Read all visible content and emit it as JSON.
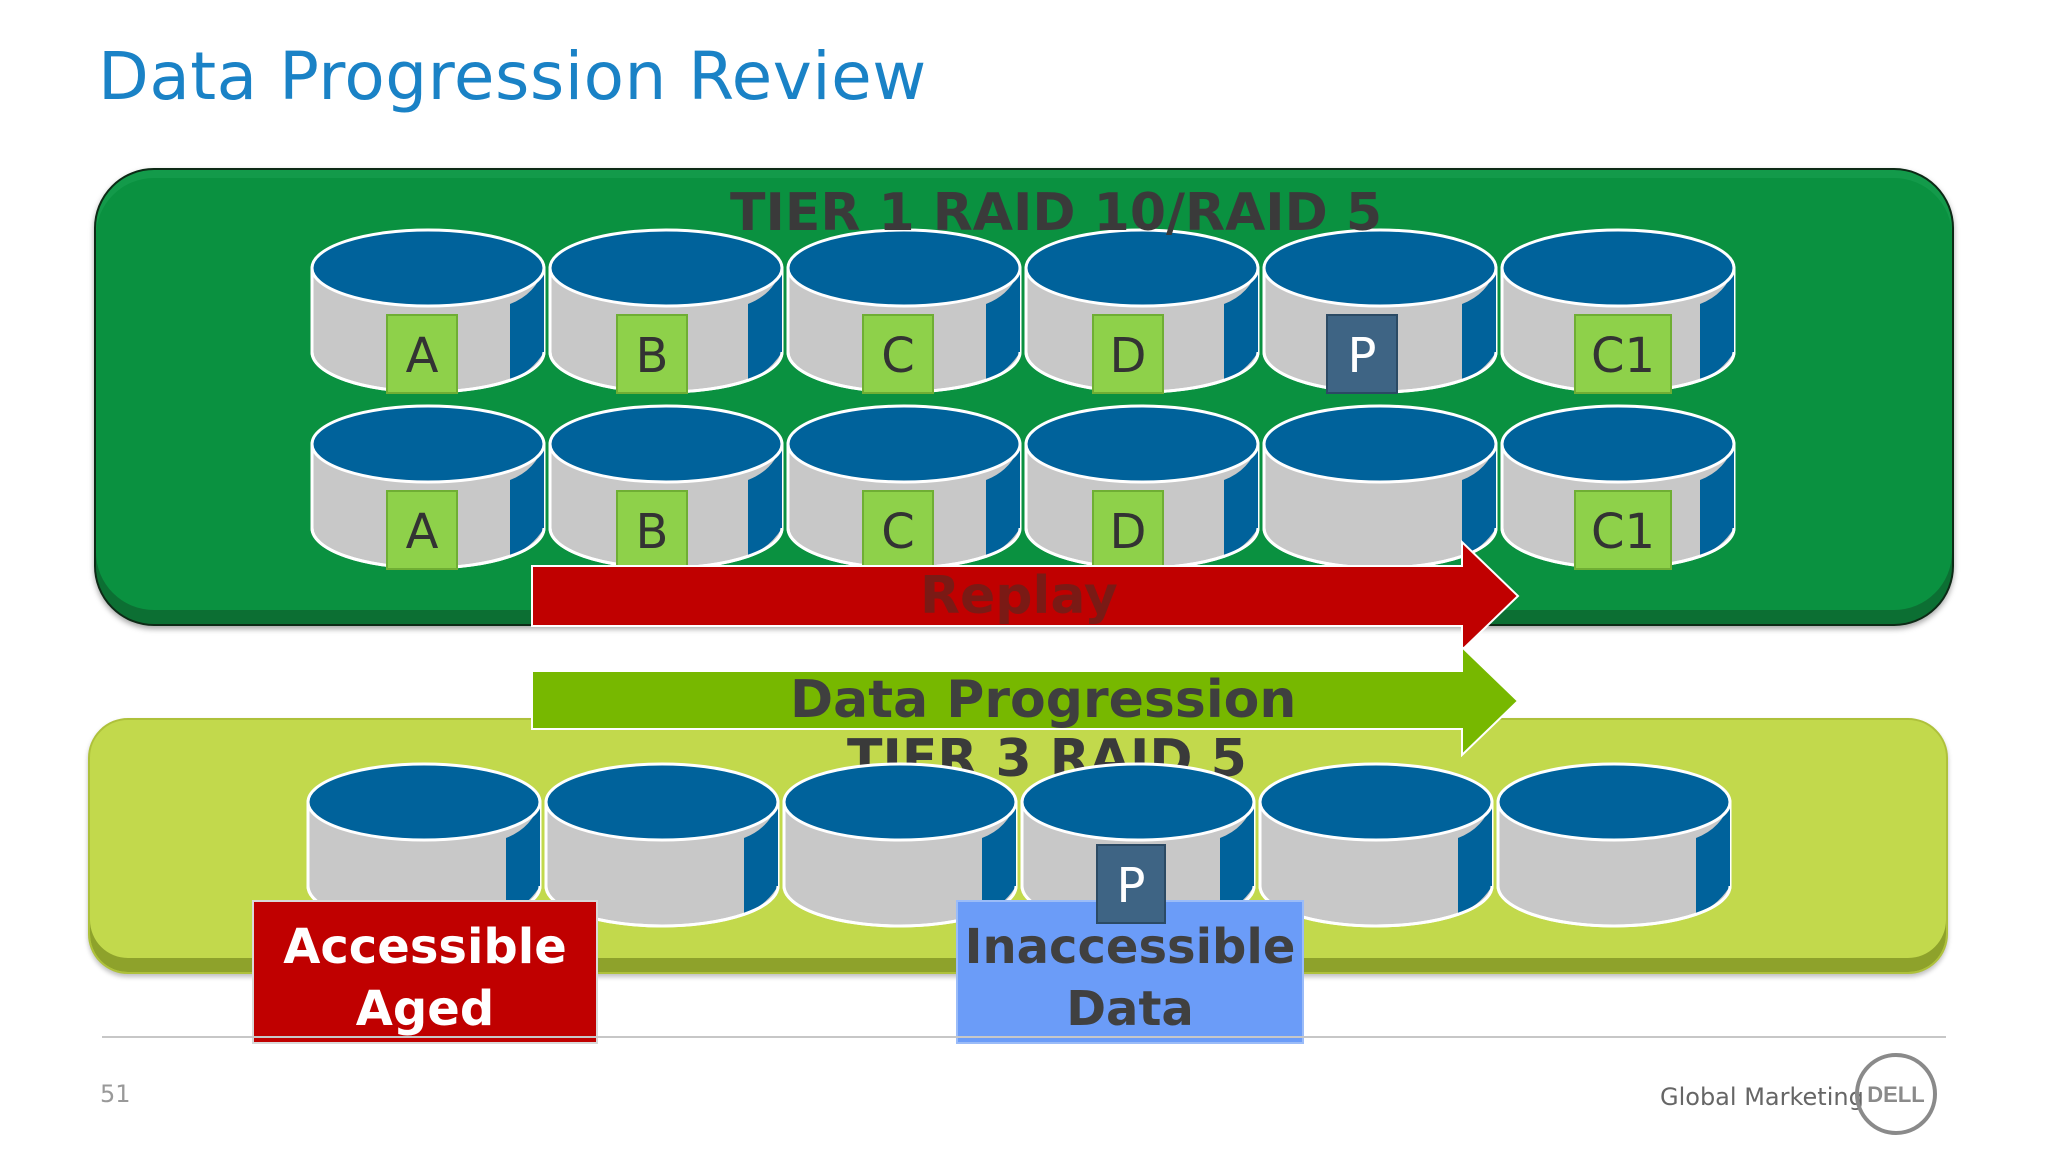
{
  "slide": {
    "title": "Data Progression Review",
    "page_number": "51",
    "footer_brand": "Global Marketing",
    "logo_text": "DELL"
  },
  "tier1": {
    "title": "TIER 1 RAID 10/RAID 5",
    "row1_tags": [
      "A",
      "B",
      "C",
      "D",
      "P",
      "C1"
    ],
    "row2_tags": [
      "A",
      "B",
      "C",
      "D",
      "",
      "C1"
    ]
  },
  "tier3": {
    "title": "TIER 3 RAID 5",
    "parity_tag": "P"
  },
  "arrows": {
    "replay": "Replay",
    "data_progression": "Data Progression"
  },
  "callouts": {
    "accessible": [
      "Accessible",
      "Aged"
    ],
    "inaccessible": [
      "Inaccessible",
      "Data"
    ]
  },
  "colors": {
    "title_blue": "#1a82c6",
    "tier1_green": "#0a9140",
    "tier3_lime": "#c2d94c",
    "disk_top_blue": "#00629b",
    "disk_body_grey": "#c8c8c8",
    "tag_green": "#8ed14a",
    "parity_tag": "#3e6484",
    "replay_red": "#c00000",
    "progression_green": "#77b800",
    "accessible_red": "#c00000",
    "inaccessible_blue": "#6b9cf8"
  }
}
